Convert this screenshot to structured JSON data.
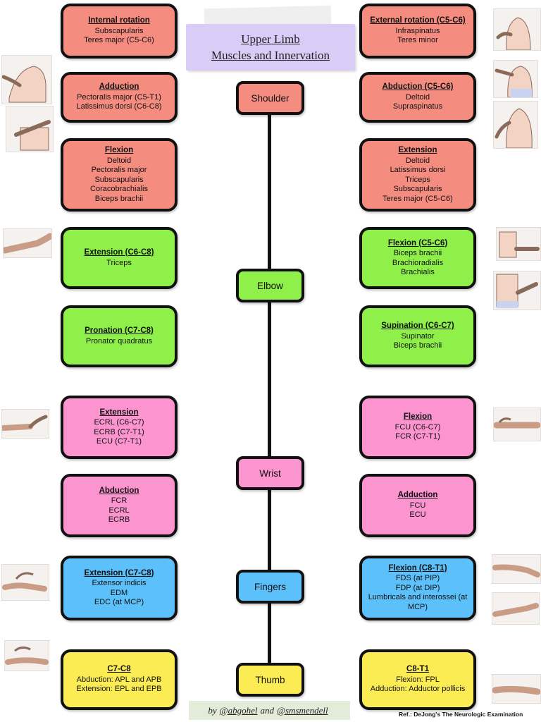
{
  "title": {
    "line1": "Upper Limb",
    "line2": "Muscles and Innervation"
  },
  "colors": {
    "shoulder": "#f58c80",
    "elbow": "#8ff04a",
    "wrist": "#fb94cf",
    "fingers": "#5cc0fb",
    "thumb": "#fbec54"
  },
  "nodes": {
    "shoulder": "Shoulder",
    "elbow": "Elbow",
    "wrist": "Wrist",
    "fingers": "Fingers",
    "thumb": "Thumb"
  },
  "boxes": {
    "shoulder_internal_rotation": {
      "heading": "Internal rotation",
      "lines": [
        "Subscapularis",
        "Teres major (C5-C6)"
      ]
    },
    "shoulder_external_rotation": {
      "heading": "External rotation (C5-C6)",
      "lines": [
        "Infraspinatus",
        "Teres minor"
      ]
    },
    "shoulder_adduction": {
      "heading": "Adduction",
      "lines": [
        "Pectoralis major (C5-T1)",
        "Latissimus dorsi (C6-C8)"
      ]
    },
    "shoulder_abduction": {
      "heading": "Abduction (C5-C6)",
      "lines": [
        "Deltoid",
        "Supraspinatus"
      ]
    },
    "shoulder_flexion": {
      "heading": "Flexion",
      "lines": [
        "Deltoid",
        "Pectoralis major",
        "Subscapularis",
        "Coracobrachialis",
        "Biceps brachii"
      ]
    },
    "shoulder_extension": {
      "heading": "Extension",
      "lines": [
        "Deltoid",
        "Latissimus dorsi",
        "Triceps",
        "Subscapularis",
        "Teres major (C5-C6)"
      ]
    },
    "elbow_extension": {
      "heading": "Extension (C6-C8)",
      "lines": [
        "Triceps"
      ]
    },
    "elbow_flexion": {
      "heading": "Flexion (C5-C6)",
      "lines": [
        "Biceps brachii",
        "Brachioradialis",
        "Brachialis"
      ]
    },
    "elbow_pronation": {
      "heading": "Pronation (C7-C8)",
      "lines": [
        "Pronator quadratus"
      ]
    },
    "elbow_supination": {
      "heading": "Supination (C6-C7)",
      "lines": [
        "Supinator",
        "Biceps brachii"
      ]
    },
    "wrist_extension": {
      "heading": "Extension",
      "lines": [
        "ECRL (C6-C7)",
        "ECRB (C7-T1)",
        "ECU (C7-T1)"
      ]
    },
    "wrist_flexion": {
      "heading": "Flexion",
      "lines": [
        "FCU (C6-C7)",
        "FCR (C7-T1)"
      ]
    },
    "wrist_abduction": {
      "heading": "Abduction",
      "lines": [
        "FCR",
        "ECRL",
        "ECRB"
      ]
    },
    "wrist_adduction": {
      "heading": "Adduction",
      "lines": [
        "FCU",
        "ECU"
      ]
    },
    "fingers_extension": {
      "heading": "Extension (C7-C8)",
      "lines": [
        "Extensor indicis",
        "EDM",
        "EDC (at MCP)"
      ]
    },
    "fingers_flexion": {
      "heading": "Flexion (C8-T1)",
      "lines": [
        "FDS (at PIP)",
        "FDP (at DIP)",
        "Lumbricals and interossei (at",
        "MCP)"
      ]
    },
    "thumb_c7c8": {
      "heading": "C7-C8",
      "lines": [
        "Abduction: APL and APB",
        "Extension: EPL and EPB"
      ]
    },
    "thumb_c8t1": {
      "heading": "C8-T1",
      "lines": [
        "Flexion: FPL",
        "Adduction: Adductor pollicis"
      ]
    }
  },
  "footer": {
    "by": "by",
    "author1": "@abgohel",
    "and": "and",
    "author2": "@smsmendell",
    "reference": "Ref.: DeJong's The Neurologic Examination"
  }
}
